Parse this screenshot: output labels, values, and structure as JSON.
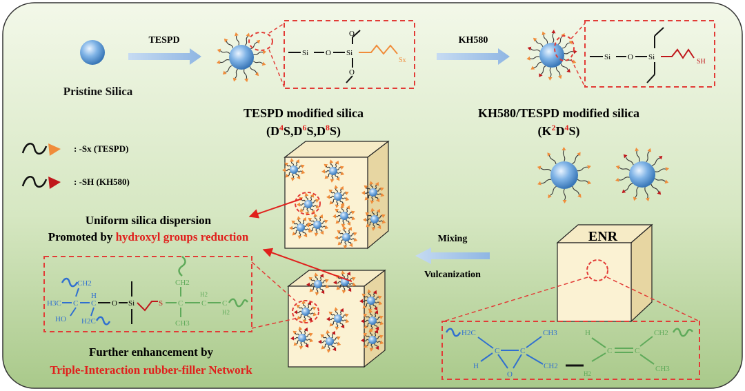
{
  "colors": {
    "panel_top": "#f3f8e9",
    "panel_bottom": "#a9c98a",
    "accent_red": "#e0201c",
    "dash_red": "#e23b36",
    "arrow_blue": "#9dbfe6",
    "silica_blue": "#5b9bd5",
    "orange": "#f08c3a",
    "darkred": "#c0171b",
    "green_chain": "#5faa5a",
    "blue_chain": "#2f6fd0",
    "cube_face": "#fbf2d3",
    "cube_side": "#e7d6a2"
  },
  "top": {
    "pristine_label": "Pristine Silica",
    "arrow1_label": "TESPD",
    "arrow2_label": "KH580",
    "tespd_title": "TESPD modified silica",
    "tespd_sub": {
      "p1": "(D",
      "n1": "4",
      "p2": "S,",
      "p3": "D",
      "n2": "6",
      "p4": "S,",
      "p5": "D",
      "n3": "8",
      "p6": "S)"
    },
    "kh_title": "KH580/TESPD modified silica",
    "kh_sub": {
      "p1": "(K",
      "n1": "2",
      "p2": "D",
      "n2": "4",
      "p3": "S)"
    }
  },
  "zoom1": {
    "si1": "Si",
    "o": "O",
    "si2": "Si",
    "sx": "Sx"
  },
  "zoom2": {
    "si1": "Si",
    "o": "O",
    "si2": "Si",
    "sh": "SH"
  },
  "legend": {
    "sx": ": -Sx (TESPD)",
    "sh": ": -SH (KH580)"
  },
  "middle": {
    "uniform": "Uniform silica dispersion",
    "promoted_prefix": "Promoted by",
    "promoted_red": "hydroxyl groups reduction",
    "mixing": "Mixing",
    "vulcanization": "Vulcanization",
    "enr": "ENR"
  },
  "bottom": {
    "further": "Further enhancement by",
    "triple": "Triple-Interaction rubber-filler Network"
  },
  "chem_left": {
    "ch2_top": "CH2",
    "h3c": "H3C",
    "c1": "C",
    "h": "H",
    "c2": "C",
    "o": "O",
    "si": "Si",
    "ho": "HO",
    "h2c": "H2C",
    "s": "S",
    "c3": "C",
    "ch2_mid": "CH2",
    "ch3": "CH3",
    "c4": "C",
    "h2a": "H2",
    "c5": "C",
    "h2b": "H2"
  },
  "chem_enr": {
    "h2c": "H2C",
    "c1": "C",
    "c2": "C",
    "ch3a": "CH3",
    "h": "H",
    "o": "O",
    "ch2a": "CH2",
    "h_top": "H",
    "c3": "C",
    "c4": "C",
    "ch2b": "CH2",
    "ch3b": "CH3",
    "h2": "H2"
  }
}
